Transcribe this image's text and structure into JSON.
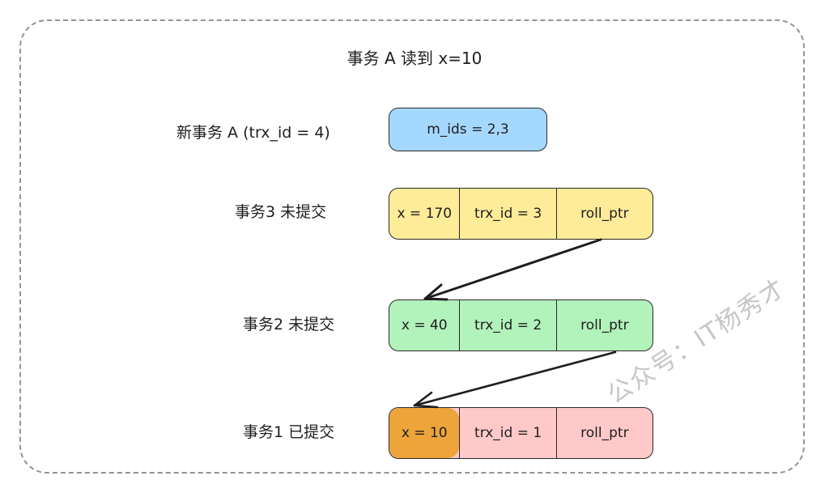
{
  "title": "事务 A 读到 x=10",
  "new_txn": {
    "label": "新事务 A (trx_id = 4)",
    "read_view": "m_ids = 2,3",
    "color": "#a5d8ff"
  },
  "versions": [
    {
      "label": "事务3 未提交",
      "value": "x = 170",
      "trx_id": "trx_id = 3",
      "ptr": "roll_ptr",
      "color": "#ffec99"
    },
    {
      "label": "事务2 未提交",
      "value": "x = 40",
      "trx_id": "trx_id = 2",
      "ptr": "roll_ptr",
      "color": "#b2f2bb"
    },
    {
      "label": "事务1 已提交",
      "value": "x = 10",
      "trx_id": "trx_id = 1",
      "ptr": "roll_ptr",
      "color": "#ffc9c9",
      "highlight_color": "#eca43b"
    }
  ],
  "watermark": "公众号：IT杨秀才"
}
